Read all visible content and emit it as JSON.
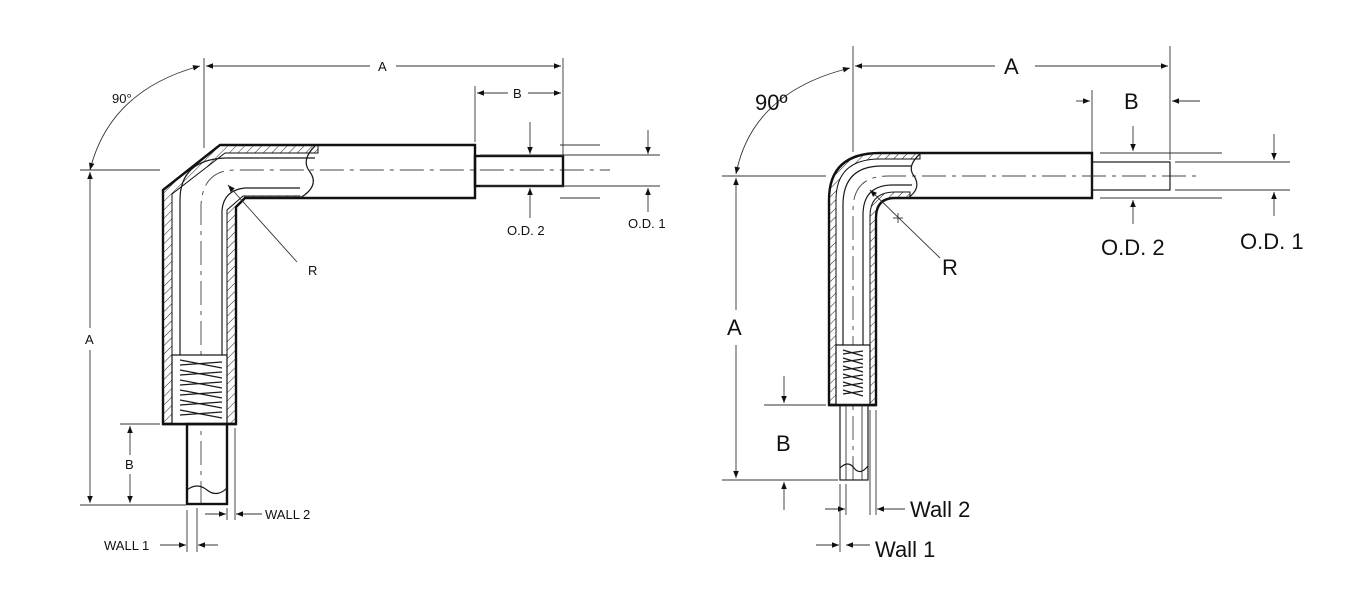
{
  "drawings": {
    "left": {
      "angle": "90°",
      "dim_a_horizontal": "A",
      "dim_b_horizontal": "B",
      "od2": "O.D. 2",
      "od1": "O.D. 1",
      "radius": "R",
      "dim_a_vertical": "A",
      "dim_b_vertical": "B",
      "wall2": "WALL 2",
      "wall1": "WALL 1"
    },
    "right": {
      "angle": "90º",
      "dim_a_horizontal": "A",
      "dim_b_horizontal": "B",
      "od2": "O.D. 2",
      "od1": "O.D. 1",
      "radius": "R",
      "dim_a_vertical": "A",
      "dim_b_vertical": "B",
      "wall2": "Wall 2",
      "wall1": "Wall 1"
    }
  }
}
